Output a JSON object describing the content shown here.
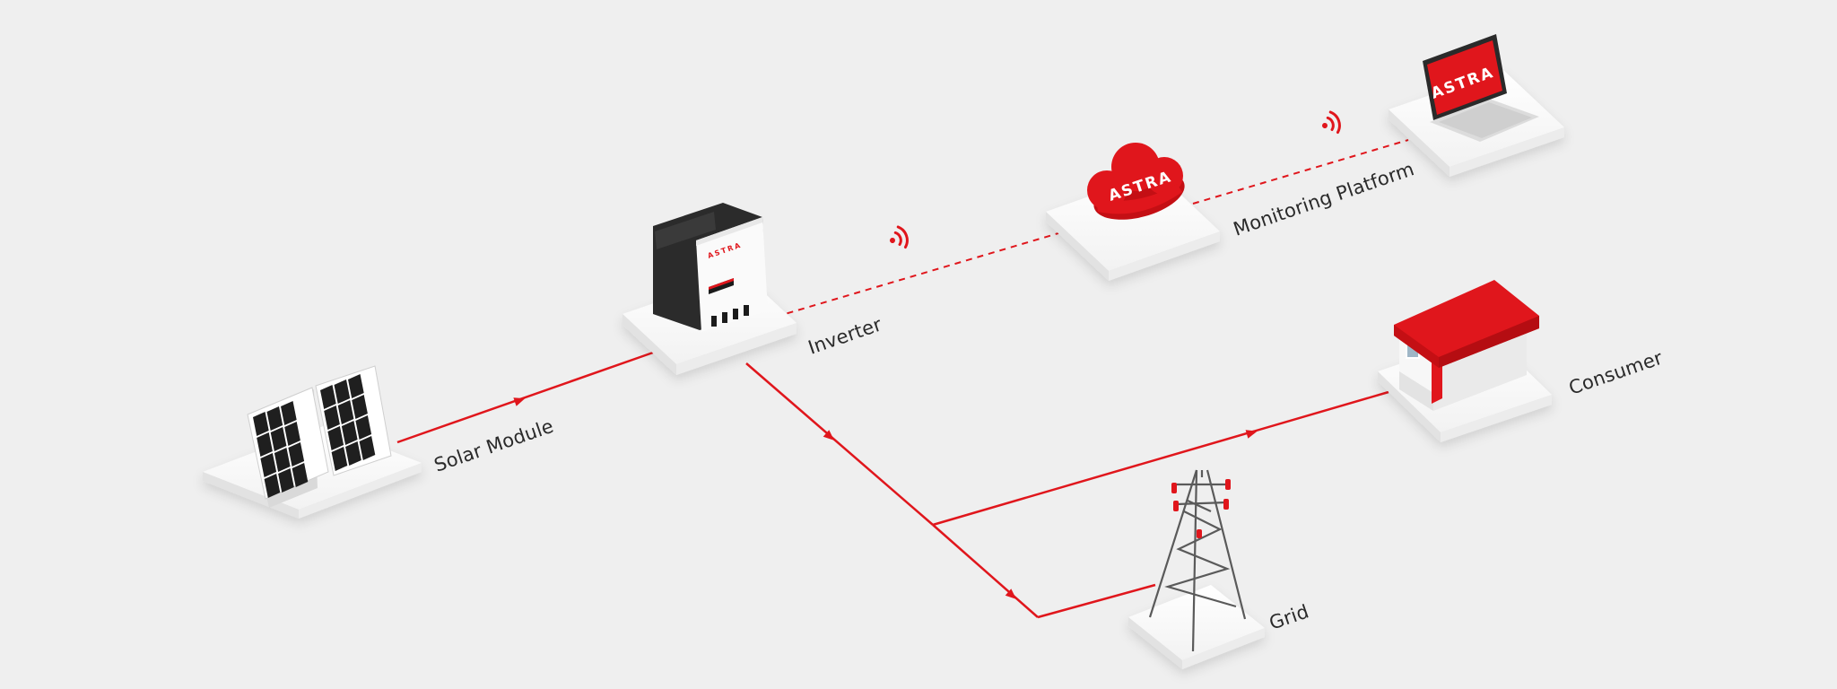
{
  "nodes": {
    "solar_module": {
      "label": "Solar Module"
    },
    "inverter": {
      "label": "Inverter",
      "brand": "ASTRA"
    },
    "cloud": {
      "brand": "ASTRA"
    },
    "monitoring": {
      "label": "Monitoring Platform",
      "brand": "ASTRA"
    },
    "consumer": {
      "label": "Consumer"
    },
    "grid": {
      "label": "Grid"
    }
  },
  "colors": {
    "accent": "#e0161c",
    "background": "#efefef",
    "platform": "#ffffff",
    "text": "#2a2a2a"
  }
}
